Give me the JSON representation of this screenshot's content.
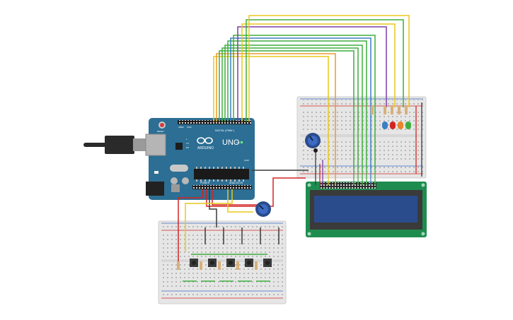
{
  "arduino": {
    "logo_text": "ARDUINO",
    "model": "UNO",
    "digital_label": "DIGITAL (PWM~)",
    "analog_label": "ANALOG IN",
    "power_label": "POWER",
    "reset_label": "RESET",
    "icsp_label": "ICSP",
    "tx_label": "TX",
    "rx_label": "RX",
    "l_label": "L",
    "on_label": "ON",
    "aref_label": "AREF",
    "gnd_label": "GND"
  },
  "lcd": {
    "rows": 2,
    "cols": 16
  },
  "colors": {
    "arduino": "#2c6e94",
    "breadboard": "#e4e4e4",
    "lcd_pcb": "#1f8c4f",
    "lcd_screen": "#2b4c8c",
    "wire_red": "#d32323",
    "wire_black": "#3a3a3a",
    "wire_yellow": "#e8c81a",
    "wire_green": "#3fae3f",
    "wire_purple": "#7b3fa6",
    "wire_orange": "#e89a2b",
    "wire_blue": "#3b7fc4"
  },
  "leds": [
    "blue",
    "red",
    "orange",
    "green"
  ],
  "buttons_count": 5
}
